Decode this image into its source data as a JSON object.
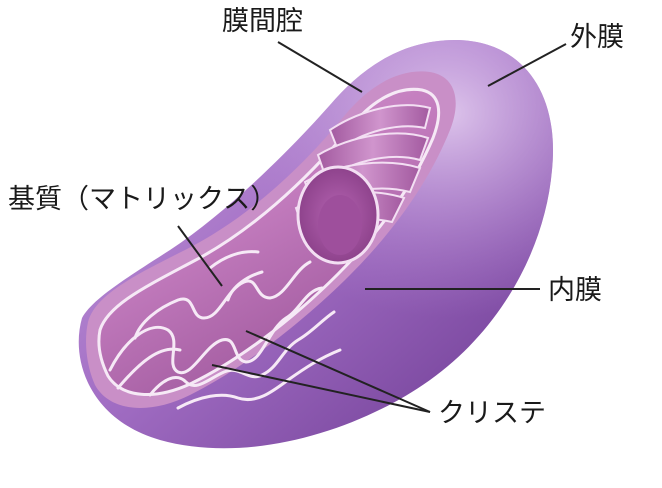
{
  "labels": {
    "intermembrane_space": "膜間腔",
    "outer_membrane": "外膜",
    "matrix": "基質（マトリックス）",
    "inner_membrane": "内膜",
    "cristae": "クリステ"
  },
  "colors": {
    "outer_light": "#c9a5dd",
    "outer_mid": "#a06cc2",
    "outer_dark": "#6e3c93",
    "inner_light": "#d9a2d6",
    "inner_mid": "#bb6fb7",
    "inner_dark": "#8b4589",
    "membrane_line": "#f6e9f6",
    "leader_line": "#222222"
  }
}
